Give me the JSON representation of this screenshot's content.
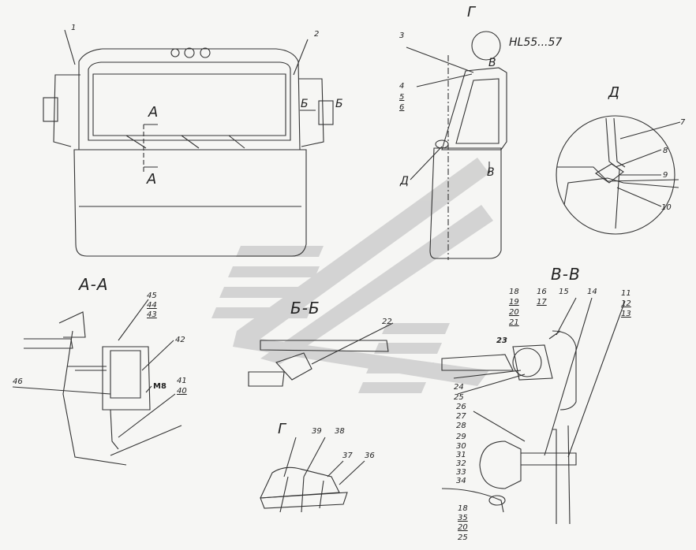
{
  "colors": {
    "line": "#333333",
    "background": "#f6f6f4",
    "watermark": "#c8c8c8"
  },
  "views": {
    "section_mark_a_top": "А",
    "section_mark_a_bottom": "А",
    "section_mark_b_left": "Б",
    "section_mark_b_right": "Б",
    "view_g_mark": "Г",
    "view_g_lamp_code": "HL55...57",
    "view_v_top": "В",
    "view_v_bottom": "В",
    "view_d_mark": "Д",
    "view_d_detail_title": "Д",
    "section_aa_title": "А-А",
    "section_bb_title": "Б-Б",
    "section_vv_title": "В-В",
    "view_g_title": "Г"
  },
  "callouts": {
    "c1": "1",
    "c2": "2",
    "c3": "3",
    "c4": "4",
    "c5": "5",
    "c6": "6",
    "c7": "7",
    "c8": "8",
    "c9": "9",
    "c10": "10",
    "c11": "11",
    "c12": "12",
    "c13": "13",
    "c14": "14",
    "c15": "15",
    "c16": "16",
    "c17": "17",
    "c18": "18",
    "c19": "19",
    "c20": "20",
    "c21": "21",
    "c22": "22",
    "c23": "23",
    "c24": "24",
    "c25": "25",
    "c26": "26",
    "c27": "27",
    "c28": "28",
    "c29": "29",
    "c30": "30",
    "c31": "31",
    "c32": "32",
    "c33": "33",
    "c34": "34",
    "c18b": "18",
    "c35": "35",
    "c20b": "20",
    "c25b": "25",
    "c36": "36",
    "c37": "37",
    "c38": "38",
    "c39": "39",
    "c40": "40",
    "c41": "41",
    "c42": "42",
    "c43": "43",
    "c44": "44",
    "c45": "45",
    "c46": "46",
    "m8": "М8"
  }
}
